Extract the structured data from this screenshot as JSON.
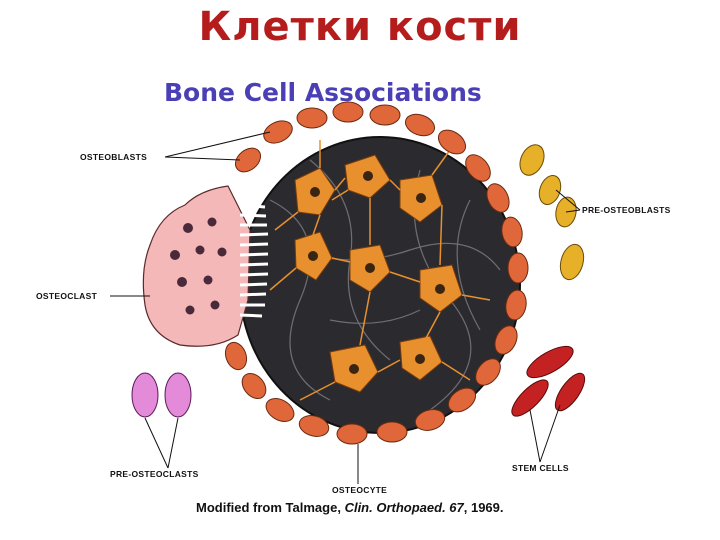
{
  "slide": {
    "title": "Клетки кости"
  },
  "diagram": {
    "title": "Bone Cell Associations",
    "labels": {
      "osteoblasts": "OSTEOBLASTS",
      "pre_osteoblasts": "PRE-OSTEOBLASTS",
      "osteoclast": "OSTEOCLAST",
      "pre_osteoclasts": "PRE-OSTEOCLASTS",
      "osteocyte": "OSTEOCYTE",
      "stem_cells": "STEM CELLS"
    },
    "caption": {
      "prefix": "Modified from Talmage, ",
      "journal": "Clin. Orthopaed. 67",
      "suffix": ", 1969."
    },
    "colors": {
      "title": "#b51d1d",
      "diagram_title": "#4a3fb5",
      "bone_matrix": "#2b2b2f",
      "osteoblast": "#e0673a",
      "osteocyte": "#e8902e",
      "pre_osteoblast": "#e6b028",
      "osteoclast": "#f4b8b8",
      "pre_osteoclast": "#e38ad8",
      "stem_cell": "#c42222"
    }
  }
}
